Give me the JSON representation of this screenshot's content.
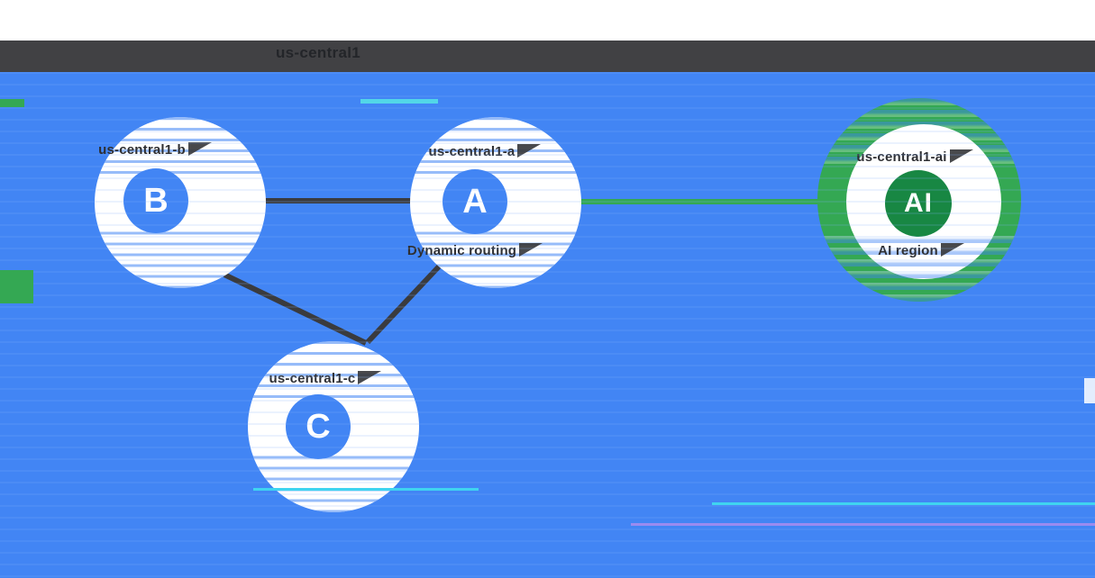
{
  "header": {
    "title": "us-central1"
  },
  "nodes": {
    "b": {
      "letter": "B",
      "label": "us-central1-b"
    },
    "a": {
      "letter": "A",
      "label": "us-central1-a",
      "sublabel": "Dynamic routing"
    },
    "c": {
      "letter": "C",
      "label": "us-central1-c"
    },
    "ai": {
      "letter": "AI",
      "label": "us-central1-ai",
      "sublabel": "AI region"
    }
  },
  "connections": [
    {
      "from": "B",
      "to": "A",
      "style": "dark"
    },
    {
      "from": "B",
      "to": "C",
      "style": "dark"
    },
    {
      "from": "A",
      "to": "C",
      "style": "dark"
    },
    {
      "from": "A",
      "to": "AI",
      "style": "green"
    }
  ],
  "colors": {
    "canvas_blue": "#4285F4",
    "bar_dark": "#414144",
    "line_dark": "#3A3B3E",
    "green": "#34A853",
    "green_dark": "#188743",
    "white": "#FFFFFF"
  }
}
